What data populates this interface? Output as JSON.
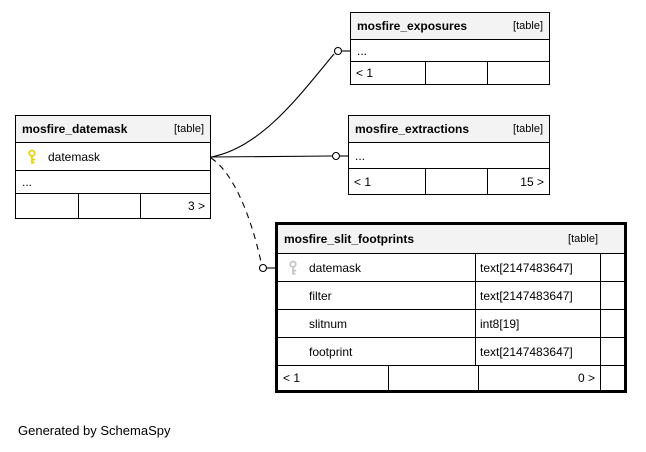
{
  "diagram": {
    "footer_note": "Generated by SchemaSpy"
  },
  "colors": {
    "header_bg": "#f3f3f3",
    "border": "#000000",
    "line": "#000000",
    "pk_key": "#e8d400",
    "fk_key": "#c6c6c6"
  },
  "tables": {
    "exposures": {
      "title": "mosfire_exposures",
      "tag": "[table]",
      "ellipsis": "...",
      "footer": {
        "left": "< 1",
        "mid": "",
        "right": ""
      }
    },
    "datemask": {
      "title": "mosfire_datemask",
      "tag": "[table]",
      "pk_column": "datemask",
      "ellipsis": "...",
      "footer": {
        "left": "",
        "mid": "",
        "right": "3 >"
      }
    },
    "extractions": {
      "title": "mosfire_extractions",
      "tag": "[table]",
      "ellipsis": "...",
      "footer": {
        "left": "< 1",
        "mid": "",
        "right": "15 >"
      }
    },
    "slit_footprints": {
      "title": "mosfire_slit_footprints",
      "tag": "[table]",
      "columns": [
        {
          "name": "datemask",
          "type": "text[2147483647]",
          "key": "foreign"
        },
        {
          "name": "filter",
          "type": "text[2147483647]",
          "key": ""
        },
        {
          "name": "slitnum",
          "type": "int8[19]",
          "key": ""
        },
        {
          "name": "footprint",
          "type": "text[2147483647]",
          "key": ""
        }
      ],
      "footer": {
        "left": "< 1",
        "mid": "",
        "right": "0 >",
        "end": ""
      }
    }
  }
}
